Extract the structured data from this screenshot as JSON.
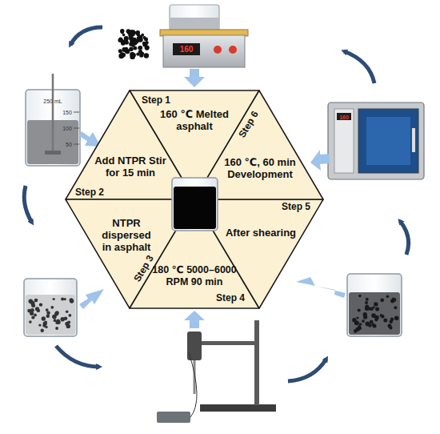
{
  "diagram": {
    "nodes": [
      {
        "text": [
          "Step 1",
          "160 ℃ Melted asphalt"
        ]
      },
      {
        "text": [
          "Step 2",
          "Add NTPR Stir for 15 min"
        ]
      },
      {
        "text": [
          "Step 3",
          "NTPR dispersed in asphalt"
        ]
      },
      {
        "text": [
          "Step 4",
          "180 ℃ 5000–6000 RPM 90 min"
        ]
      },
      {
        "text": [
          "Step 5",
          "After shearing"
        ]
      },
      {
        "text": [
          "Step 6",
          "160 ℃, 60 min Development"
        ]
      }
    ],
    "labels": [
      "160",
      "250 mL",
      "150",
      "100",
      "50",
      "160"
    ]
  }
}
